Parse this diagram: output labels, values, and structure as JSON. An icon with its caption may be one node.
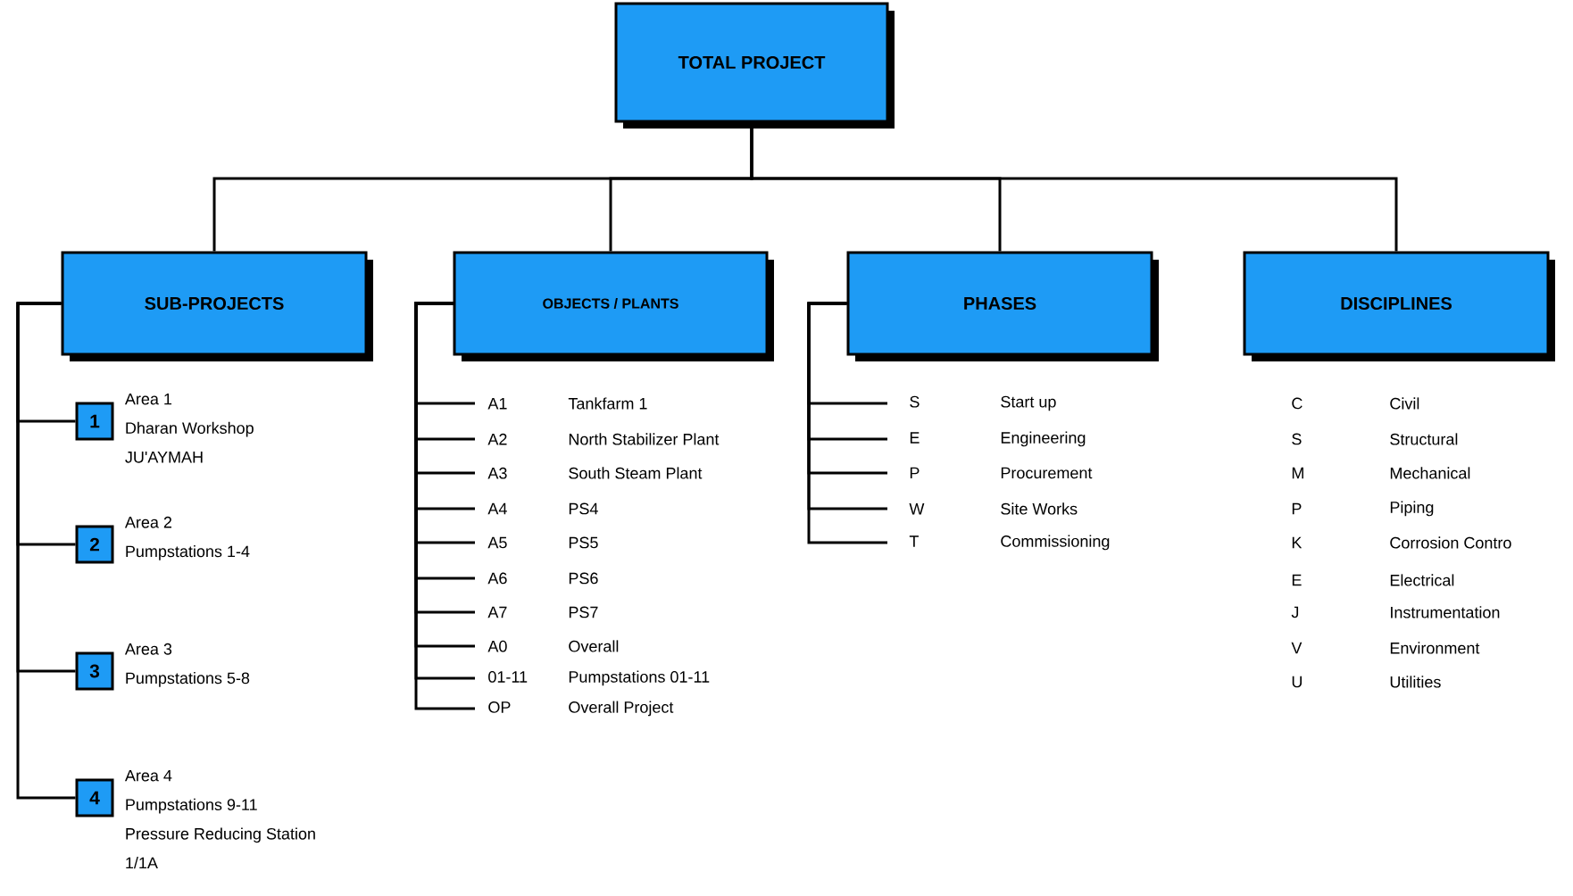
{
  "diagram": {
    "nodes": [
      {
        "text": [
          "TOTAL PROJECT"
        ]
      },
      {
        "text": [
          "SUB-PROJECTS"
        ]
      },
      {
        "text": [
          "OBJECTS / PLANTS"
        ]
      },
      {
        "text": [
          "PHASES"
        ]
      },
      {
        "text": [
          "DISCIPLINES"
        ]
      },
      {
        "text": [
          "1"
        ],
        "beside": [
          "Area 1",
          "Dharan Workshop",
          "JU'AYMAH"
        ]
      },
      {
        "text": [
          "2"
        ],
        "beside": [
          "Area 2",
          "Pumpstations 1-4"
        ]
      },
      {
        "text": [
          "3"
        ],
        "beside": [
          "Area 3",
          "Pumpstations 5-8"
        ]
      },
      {
        "text": [
          "4"
        ],
        "beside": [
          "Area 4",
          "Pumpstations 9-11",
          "Pressure Reducing Station",
          "1/1A"
        ]
      },
      {
        "text": [
          "A1",
          "Tankfarm 1"
        ]
      },
      {
        "text": [
          "A2",
          "North Stabilizer Plant"
        ]
      },
      {
        "text": [
          "A3",
          "South Steam Plant"
        ]
      },
      {
        "text": [
          "A4",
          "PS4"
        ]
      },
      {
        "text": [
          "A5",
          "PS5"
        ]
      },
      {
        "text": [
          "A6",
          "PS6"
        ]
      },
      {
        "text": [
          "A7",
          "PS7"
        ]
      },
      {
        "text": [
          "A0",
          "Overall"
        ]
      },
      {
        "text": [
          "01-11",
          "Pumpstations 01-11"
        ]
      },
      {
        "text": [
          "OP",
          "Overall Project"
        ]
      },
      {
        "text": [
          "S",
          "Start up"
        ]
      },
      {
        "text": [
          "E",
          "Engineering"
        ]
      },
      {
        "text": [
          "P",
          "Procurement"
        ]
      },
      {
        "text": [
          "W",
          "Site Works"
        ]
      },
      {
        "text": [
          "T",
          "Commissioning"
        ]
      }
    ],
    "edges": [
      {
        "from": 0,
        "to": 1,
        "arrow": "none"
      },
      {
        "from": 0,
        "to": 2,
        "arrow": "none"
      },
      {
        "from": 0,
        "to": 3,
        "arrow": "none"
      },
      {
        "from": 0,
        "to": 4,
        "arrow": "none"
      },
      {
        "from": 1,
        "to": 5,
        "arrow": "none"
      },
      {
        "from": 1,
        "to": 6,
        "arrow": "none"
      },
      {
        "from": 1,
        "to": 7,
        "arrow": "none"
      },
      {
        "from": 1,
        "to": 8,
        "arrow": "none"
      },
      {
        "from": 2,
        "to": 9,
        "arrow": "none"
      },
      {
        "from": 2,
        "to": 10,
        "arrow": "none"
      },
      {
        "from": 2,
        "to": 11,
        "arrow": "none"
      },
      {
        "from": 2,
        "to": 12,
        "arrow": "none"
      },
      {
        "from": 2,
        "to": 13,
        "arrow": "none"
      },
      {
        "from": 2,
        "to": 14,
        "arrow": "none"
      },
      {
        "from": 2,
        "to": 15,
        "arrow": "none"
      },
      {
        "from": 2,
        "to": 16,
        "arrow": "none"
      },
      {
        "from": 2,
        "to": 17,
        "arrow": "none"
      },
      {
        "from": 2,
        "to": 18,
        "arrow": "none"
      },
      {
        "from": 3,
        "to": 19,
        "arrow": "none"
      },
      {
        "from": 3,
        "to": 20,
        "arrow": "none"
      },
      {
        "from": 3,
        "to": 21,
        "arrow": "none"
      },
      {
        "from": 3,
        "to": 22,
        "arrow": "none"
      },
      {
        "from": 3,
        "to": 23,
        "arrow": "none"
      }
    ],
    "labels": [
      "C",
      "Civil",
      "S",
      "Structural",
      "M",
      "Mechanical",
      "P",
      "Piping",
      "K",
      "Corrosion Contro",
      "E",
      "Electrical",
      "J",
      "Instrumentation",
      "V",
      "Environment",
      "U",
      "Utilities"
    ]
  }
}
